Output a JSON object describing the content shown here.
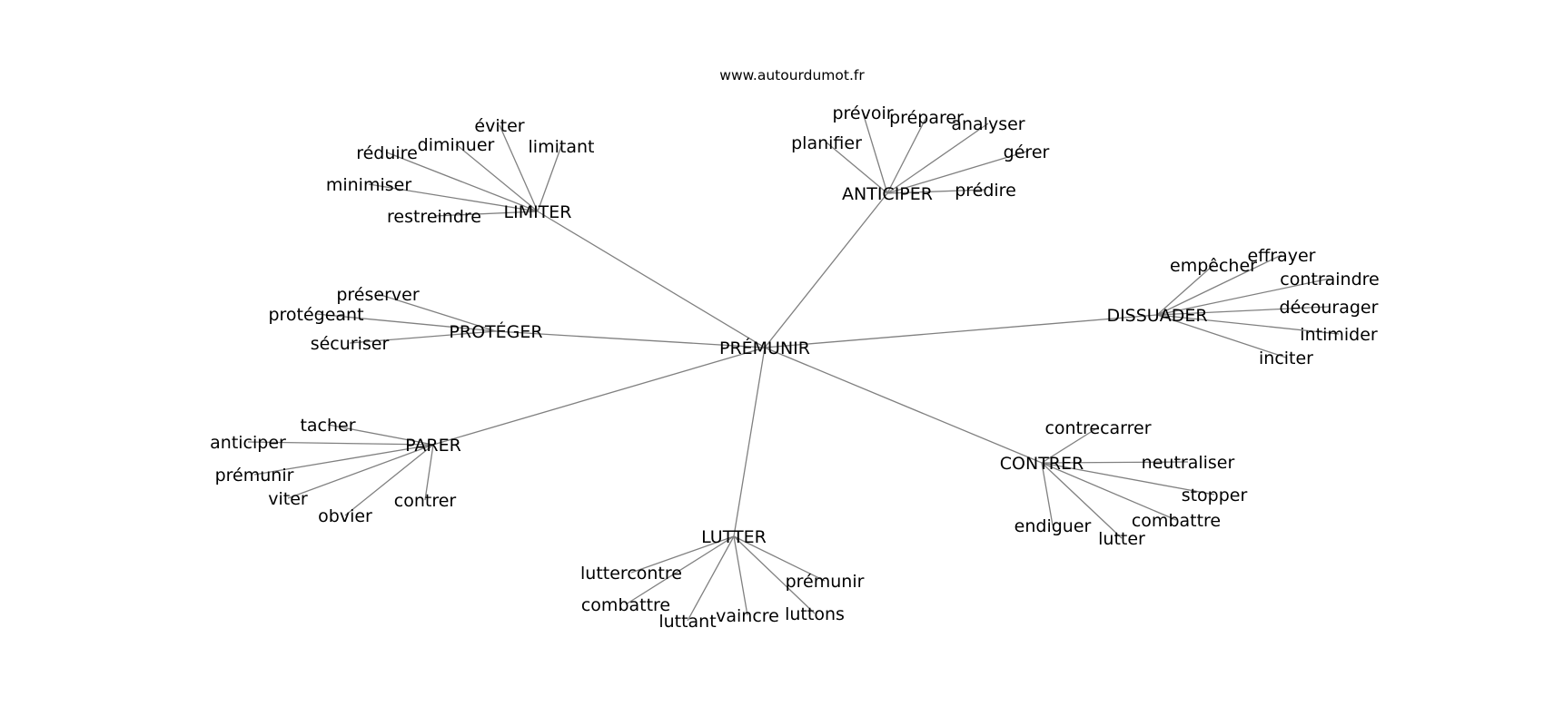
{
  "source": "www.autourdumot.fr",
  "center": "PRÉMUNIR",
  "clusters": [
    {
      "label": "LIMITER",
      "words": [
        "éviter",
        "diminuer",
        "limitant",
        "réduire",
        "minimiser",
        "restreindre"
      ]
    },
    {
      "label": "ANTICIPER",
      "words": [
        "prévoir",
        "préparer",
        "analyser",
        "planifier",
        "gérer",
        "prédire"
      ]
    },
    {
      "label": "DISSUADER",
      "words": [
        "empêcher",
        "effrayer",
        "contraindre",
        "décourager",
        "intimider",
        "inciter"
      ]
    },
    {
      "label": "PROTÉGER",
      "words": [
        "préserver",
        "protégeant",
        "sécuriser"
      ]
    },
    {
      "label": "PARER",
      "words": [
        "tacher",
        "anticiper",
        "prémunir",
        "viter",
        "obvier",
        "contrer"
      ]
    },
    {
      "label": "CONTRER",
      "words": [
        "contrecarrer",
        "neutraliser",
        "stopper",
        "combattre",
        "lutter",
        "endiguer"
      ]
    },
    {
      "label": "LUTTER",
      "words": [
        "luttercontre",
        "combattre",
        "luttant",
        "vaincre",
        "luttons",
        "prémunir"
      ]
    }
  ]
}
